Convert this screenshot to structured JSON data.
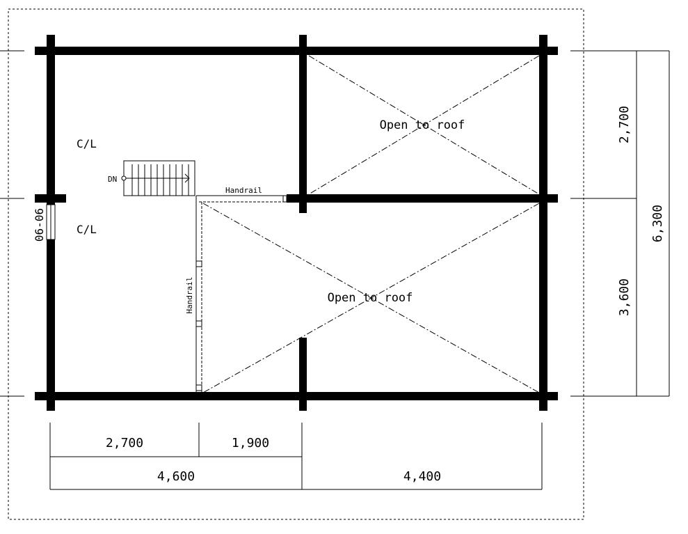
{
  "rooms": {
    "open_upper": "Open to roof",
    "open_lower": "Open to roof"
  },
  "labels": {
    "cl_upper": "C/L",
    "cl_lower": "C/L",
    "stair_dn": "DN",
    "handrail_h": "Handrail",
    "handrail_v": "Handrail",
    "window": "06-06"
  },
  "dimensions": {
    "bottom_row1": [
      "2,700",
      "1,900"
    ],
    "bottom_row2": [
      "4,600",
      "4,400"
    ],
    "right_inner": [
      "2,700",
      "3,600"
    ],
    "right_total": "6,300"
  },
  "colors": {
    "wall": "#000000",
    "line": "#000000",
    "background": "#ffffff"
  }
}
